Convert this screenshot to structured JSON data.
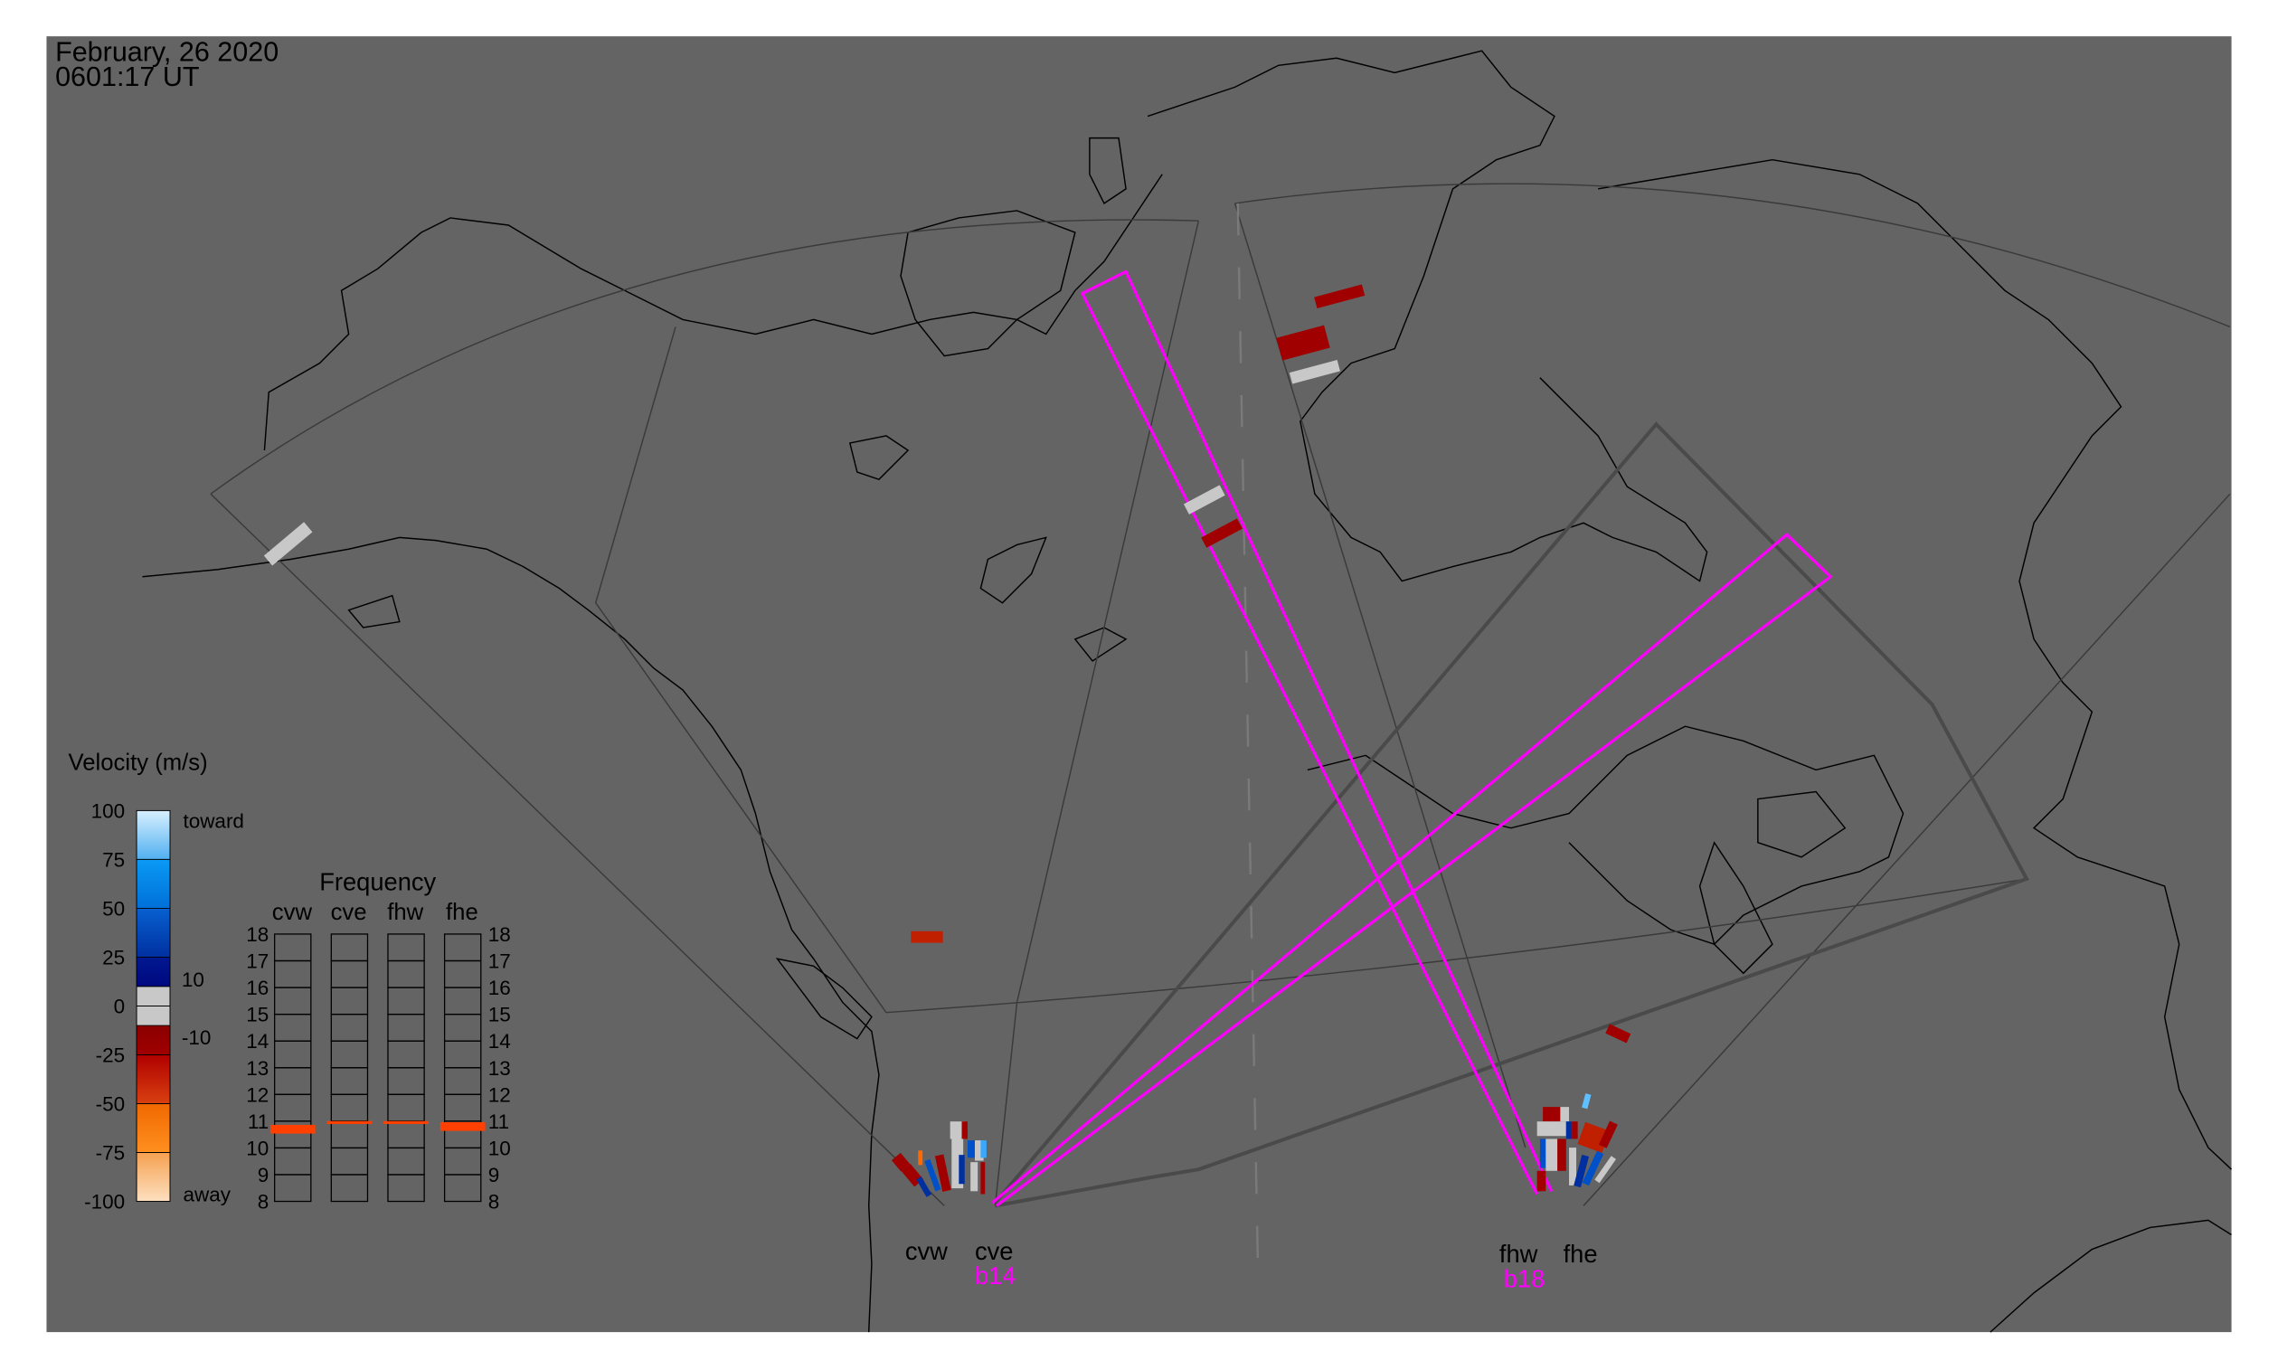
{
  "header": {
    "date": "February, 26 2020",
    "time": "0601:17 UT"
  },
  "colors": {
    "map_bg": "#646464",
    "beam": "#ff00ff",
    "coast": "#000000"
  },
  "velocity_scale": {
    "title": "Velocity (m/s)",
    "ticks": [
      "100",
      "75",
      "50",
      "25",
      "0",
      "-25",
      "-50",
      "-75",
      "-100"
    ],
    "tick_values": [
      100,
      75,
      50,
      25,
      0,
      -25,
      -50,
      -75,
      -100
    ],
    "toward_label": "toward",
    "away_label": "away",
    "ground_scatter_upper": "10",
    "ground_scatter_lower": "-10"
  },
  "frequency_panel": {
    "title": "Frequency",
    "columns": [
      "cvw",
      "cve",
      "fhw",
      "fhe"
    ],
    "ticks": [
      "18",
      "17",
      "16",
      "15",
      "14",
      "13",
      "12",
      "11",
      "10",
      "9",
      "8"
    ],
    "range_mhz": [
      8,
      18
    ],
    "selected_mhz": [
      10.7,
      10.95,
      10.95,
      10.8
    ]
  },
  "radars": {
    "cv_label_w": "cvw",
    "cv_label_e": "cve",
    "cv_beam": "b14",
    "fh_label_w": "fhw",
    "fh_label_e": "fhe",
    "fh_beam": "b18"
  }
}
